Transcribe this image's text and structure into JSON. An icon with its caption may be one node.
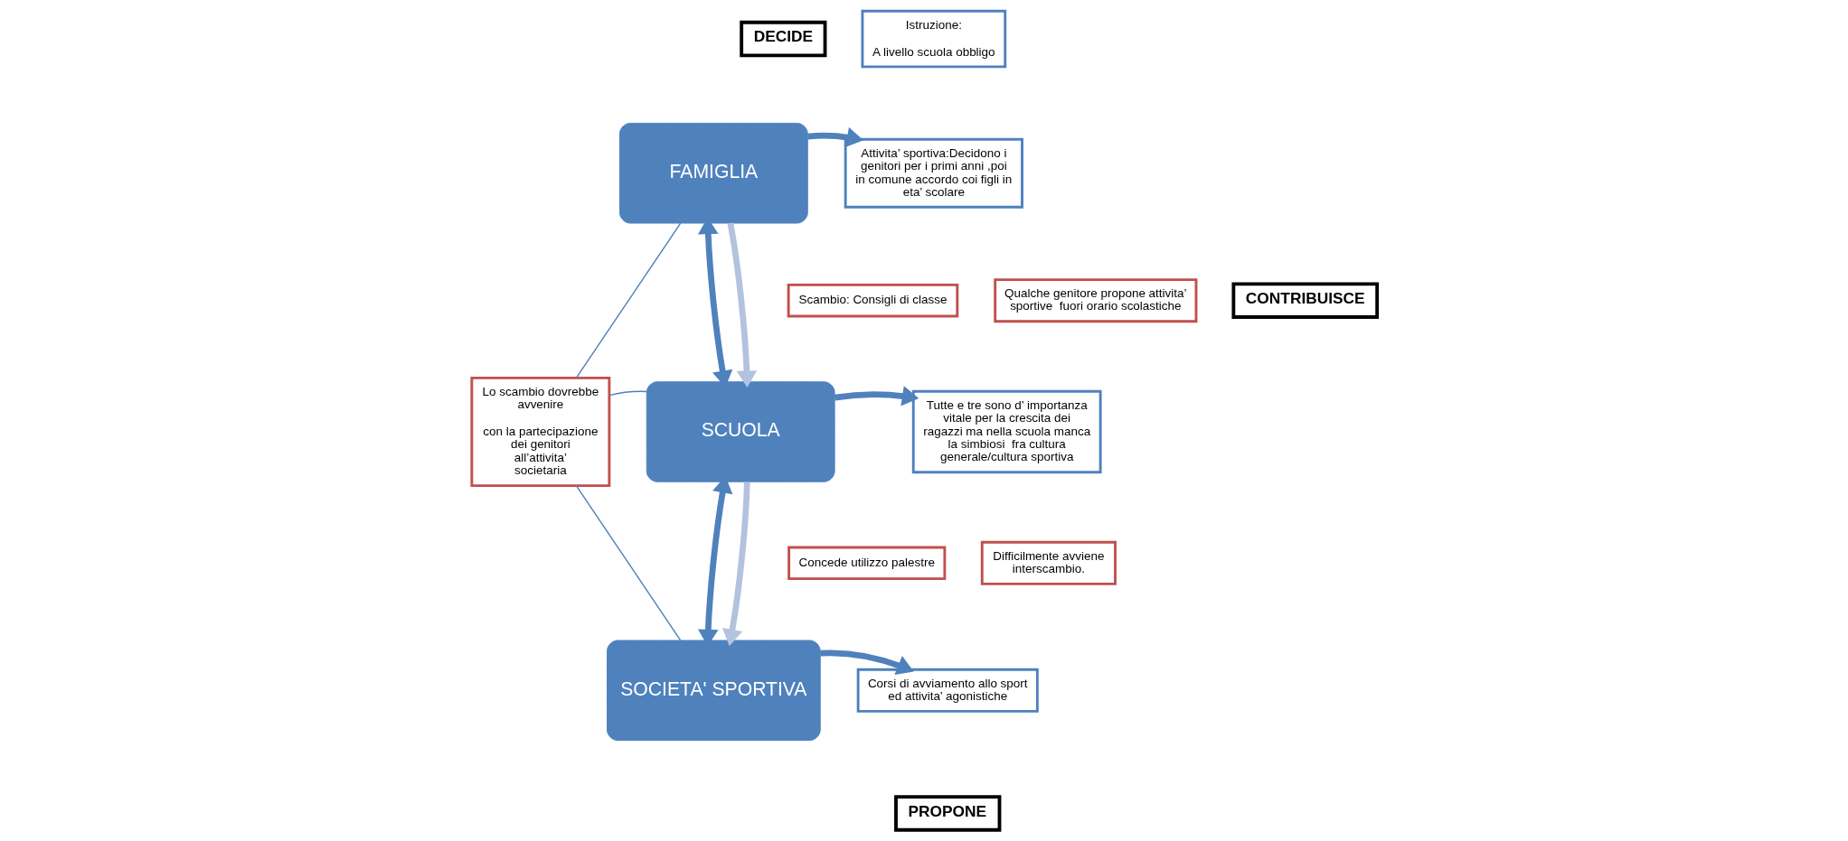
{
  "diagram": {
    "nodes": [
      {
        "text": [
          "FAMIGLIA"
        ]
      },
      {
        "text": [
          "SCUOLA"
        ]
      },
      {
        "text": [
          "SOCIETA' SPORTIVA"
        ]
      },
      {
        "text": [
          "Lo scambio dovrebbe avvenire",
          "con la partecipazione dei genitori all’attivita’ societaria"
        ]
      },
      {
        "text": [
          "Scambio: Consigli di classe"
        ]
      },
      {
        "text": [
          "Qualche genitore propone attivita’ sportive  fuori orario scolastiche"
        ]
      },
      {
        "text": [
          "Concede utilizzo palestre"
        ]
      },
      {
        "text": [
          "Difficilmente avviene interscambio."
        ]
      },
      {
        "text": [
          "Istruzione:",
          "A livello scuola obbligo"
        ]
      },
      {
        "text": [
          "Attivita’ sportiva:Decidono i genitori per i primi anni ,poi in comune accordo coi figli in eta’ scolare"
        ]
      },
      {
        "text": [
          "Tutte e tre sono d’ importanza vitale per la crescita dei ragazzi ma nella scuola manca la simbiosi  fra cultura generale/cultura sportiva"
        ]
      },
      {
        "text": [
          "Corsi di avviamento allo sport ed attivita’ agonistiche"
        ]
      },
      {
        "text": [
          "DECIDE"
        ]
      },
      {
        "text": [
          "CONTRIBUISCE"
        ]
      },
      {
        "text": [
          "PROPONE"
        ]
      }
    ],
    "edges": [
      {
        "from": 0,
        "to": 9,
        "arrow": "to"
      },
      {
        "from": 1,
        "to": 10,
        "arrow": "to"
      },
      {
        "from": 2,
        "to": 11,
        "arrow": "to"
      },
      {
        "from": 0,
        "to": 1,
        "arrow": "both"
      },
      {
        "from": 0,
        "to": 1,
        "arrow": "to",
        "color": "#b3c2de"
      },
      {
        "from": 1,
        "to": 2,
        "arrow": "both"
      },
      {
        "from": 1,
        "to": 2,
        "arrow": "to",
        "color": "#b3c2de"
      },
      {
        "from": 3,
        "to": 0,
        "arrow": "none"
      },
      {
        "from": 3,
        "to": 1,
        "arrow": "none"
      },
      {
        "from": 3,
        "to": 2,
        "arrow": "none"
      }
    ]
  }
}
